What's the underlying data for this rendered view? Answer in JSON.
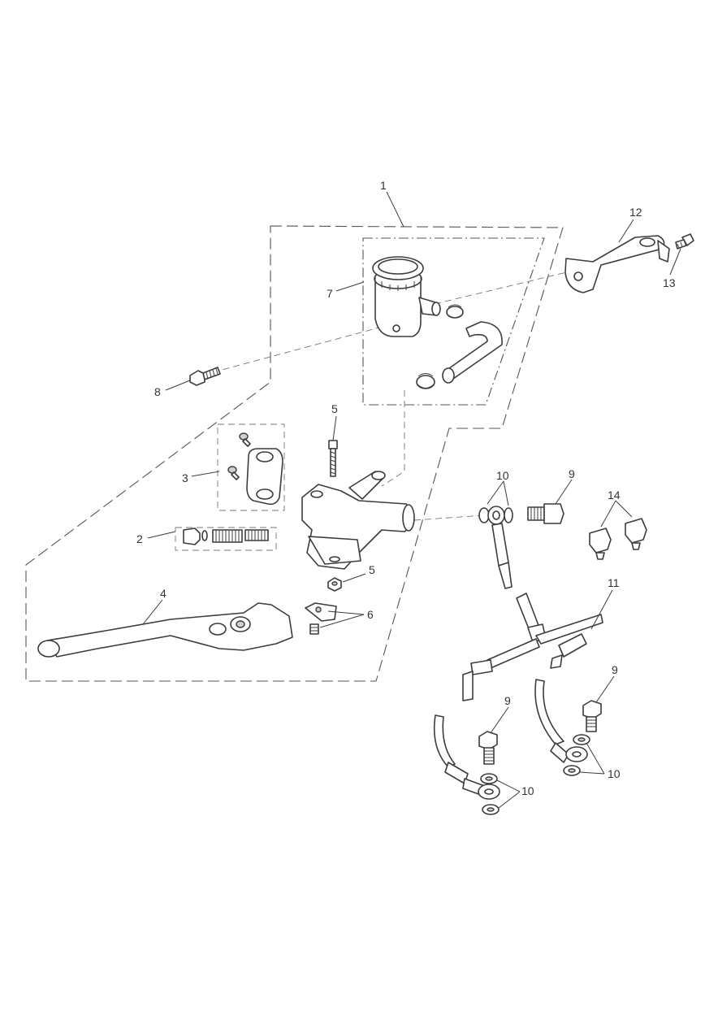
{
  "callouts": {
    "c1": "1",
    "c2": "2",
    "c3": "3",
    "c4": "4",
    "c5a": "5",
    "c5b": "5",
    "c6": "6",
    "c7": "7",
    "c8": "8",
    "c9a": "9",
    "c9b": "9",
    "c9c": "9",
    "c10a": "10",
    "c10b": "10",
    "c10c": "10",
    "c11": "11",
    "c12": "12",
    "c13": "13",
    "c14": "14"
  },
  "colors": {
    "line": "#3c3c3c",
    "background": "#ffffff"
  }
}
